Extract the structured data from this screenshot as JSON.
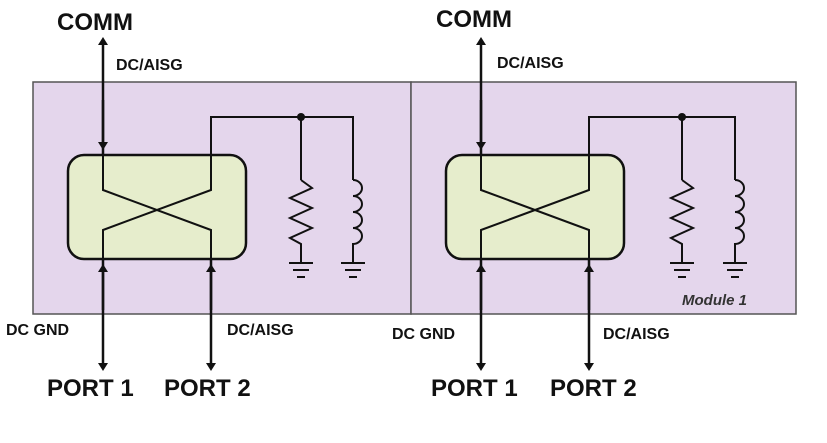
{
  "colors": {
    "module_fill": "#e4d6ec",
    "module_border": "#555555",
    "coupler_fill": "#e6edcc",
    "wire": "#111111"
  },
  "modules": [
    {
      "top_label": "COMM",
      "top_signal": "DC/AISG",
      "port1_signal": "DC GND",
      "port2_signal": "DC/AISG",
      "port1_label": "PORT 1",
      "port2_label": "PORT 2",
      "module_tag": ""
    },
    {
      "top_label": "COMM",
      "top_signal": "DC/AISG",
      "port1_signal": "DC GND",
      "port2_signal": "DC/AISG",
      "port1_label": "PORT 1",
      "port2_label": "PORT 2",
      "module_tag": "Module 1"
    }
  ]
}
